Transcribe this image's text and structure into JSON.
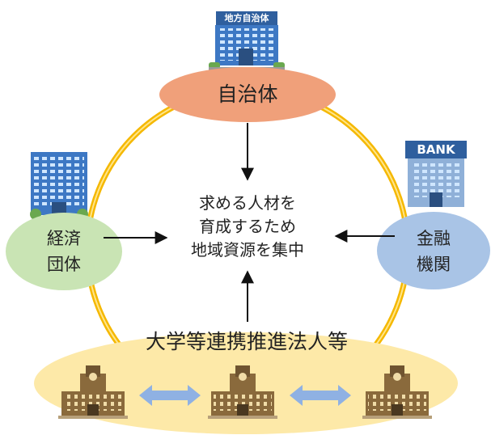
{
  "nodes": {
    "municipality": {
      "label": "自治体",
      "building_sign": "地方自治体"
    },
    "economic_org": {
      "label_line1": "経済",
      "label_line2": "団体"
    },
    "financial": {
      "label_line1": "金融",
      "label_line2": "機関",
      "building_sign": "BANK"
    },
    "university": {
      "label": "大学等連携推進法人等"
    }
  },
  "center": {
    "line1": "求める人材を",
    "line2": "育成するため",
    "line3": "地域資源を集中"
  },
  "colors": {
    "ring": "#f5b800",
    "ring_inner": "#ffe58a",
    "municipality_fill": "#f0a07a",
    "economic_fill": "#c9e4b4",
    "financial_fill": "#a9c4e6",
    "university_fill": "#fde9a8",
    "double_arrow": "#8fb1e3",
    "building_blue": "#3d78c4",
    "building_brown": "#8a6a3c"
  }
}
